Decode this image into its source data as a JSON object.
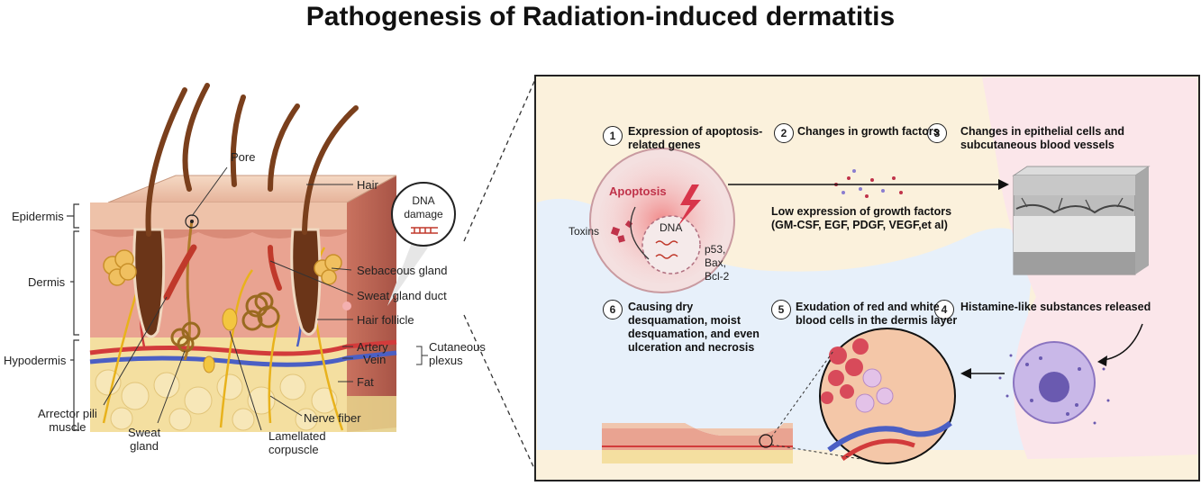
{
  "title": "Pathogenesis of Radiation-induced dermatitis",
  "skin": {
    "layers": [
      "Epidermis",
      "Dermis",
      "Hypodermis"
    ],
    "labels": {
      "pore": "Pore",
      "hair": "Hair",
      "sebaceous": "Sebaceous gland",
      "sweat_duct": "Sweat gland duct",
      "hair_follicle": "Hair follicle",
      "artery": "Artery",
      "vein": "Vein",
      "cutaneous_plexus": "Cutaneous\nplexus",
      "fat": "Fat",
      "nerve": "Nerve fiber",
      "arrector": "Arrector pili\nmuscle",
      "sweat_gland": "Sweat\ngland",
      "lamellated": "Lamellated\ncorpuscle"
    },
    "dna_callout": "DNA\ndamage"
  },
  "panel": {
    "steps": [
      {
        "num": "1",
        "text": "Expression of apoptosis-\nrelated genes"
      },
      {
        "num": "2",
        "text": "Changes in growth factors"
      },
      {
        "num": "3",
        "text": "Changes in epithelial cells and\nsubcutaneous blood vessels"
      },
      {
        "num": "4",
        "text": "Histamine-like substances released"
      },
      {
        "num": "5",
        "text": "Exudation of red and white\nblood cells in the dermis layer"
      },
      {
        "num": "6",
        "text": "Causing dry\ndesquamation, moist\ndesquamation, and even\nulceration and necrosis"
      }
    ],
    "apoptosis": "Apoptosis",
    "dna": "DNA",
    "toxins": "Toxins",
    "genes": "p53,\nBax,\nBcl-2",
    "growth_factors": "Low expression of growth factors\n(GM-CSF, EGF, PDGF, VEGF,et al)"
  },
  "colors": {
    "panel_cream": "#fbf1dc",
    "panel_blue": "#e7f0fa",
    "panel_pink": "#fbe6ea",
    "skin_pink": "#e8a392",
    "fat_yellow": "#f4dfa0",
    "artery_red": "#d23b3b",
    "vein_blue": "#4b5fc4",
    "hair_brown": "#7a3f1c"
  }
}
